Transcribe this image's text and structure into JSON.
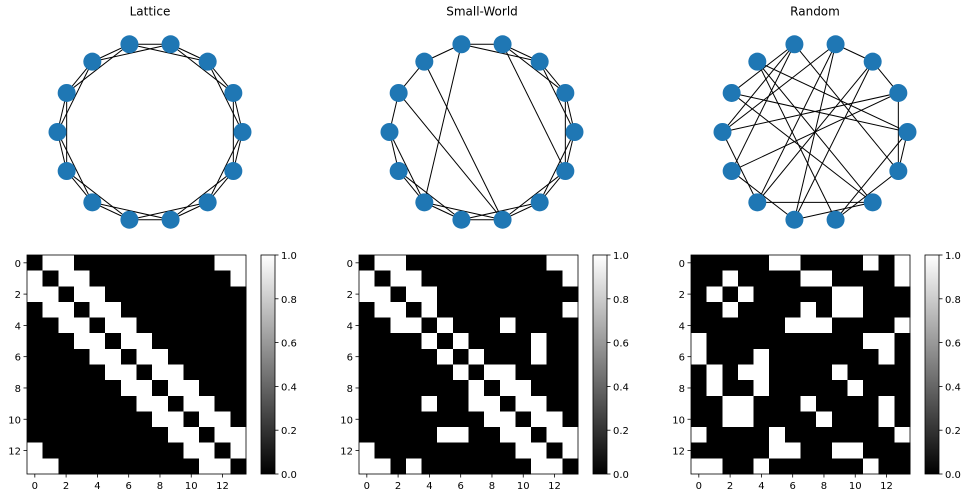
{
  "figure": {
    "background": "#ffffff"
  },
  "chart_data": [
    {
      "type": "heatmap",
      "title": "Lattice",
      "vmin": 0.0,
      "vmax": 1.0,
      "colormap": "gray",
      "node_color": "#1f77b4",
      "edge_color": "#000000",
      "x_ticks": [
        "0",
        "2",
        "4",
        "6",
        "8",
        "10",
        "12"
      ],
      "y_ticks": [
        "0",
        "2",
        "4",
        "6",
        "8",
        "10",
        "12"
      ],
      "colorbar_ticks": [
        "0.0",
        "0.2",
        "0.4",
        "0.6",
        "0.8",
        "1.0"
      ],
      "matrix": [
        [
          0,
          1,
          1,
          0,
          0,
          0,
          0,
          0,
          0,
          0,
          0,
          0,
          1,
          1
        ],
        [
          1,
          0,
          1,
          1,
          0,
          0,
          0,
          0,
          0,
          0,
          0,
          0,
          0,
          1
        ],
        [
          1,
          1,
          0,
          1,
          1,
          0,
          0,
          0,
          0,
          0,
          0,
          0,
          0,
          0
        ],
        [
          0,
          1,
          1,
          0,
          1,
          1,
          0,
          0,
          0,
          0,
          0,
          0,
          0,
          0
        ],
        [
          0,
          0,
          1,
          1,
          0,
          1,
          1,
          0,
          0,
          0,
          0,
          0,
          0,
          0
        ],
        [
          0,
          0,
          0,
          1,
          1,
          0,
          1,
          1,
          0,
          0,
          0,
          0,
          0,
          0
        ],
        [
          0,
          0,
          0,
          0,
          1,
          1,
          0,
          1,
          1,
          0,
          0,
          0,
          0,
          0
        ],
        [
          0,
          0,
          0,
          0,
          0,
          1,
          1,
          0,
          1,
          1,
          0,
          0,
          0,
          0
        ],
        [
          0,
          0,
          0,
          0,
          0,
          0,
          1,
          1,
          0,
          1,
          1,
          0,
          0,
          0
        ],
        [
          0,
          0,
          0,
          0,
          0,
          0,
          0,
          1,
          1,
          0,
          1,
          1,
          0,
          0
        ],
        [
          0,
          0,
          0,
          0,
          0,
          0,
          0,
          0,
          1,
          1,
          0,
          1,
          1,
          0
        ],
        [
          0,
          0,
          0,
          0,
          0,
          0,
          0,
          0,
          0,
          1,
          1,
          0,
          1,
          1
        ],
        [
          1,
          0,
          0,
          0,
          0,
          0,
          0,
          0,
          0,
          0,
          1,
          1,
          0,
          1
        ],
        [
          1,
          1,
          0,
          0,
          0,
          0,
          0,
          0,
          0,
          0,
          0,
          1,
          1,
          0
        ]
      ]
    },
    {
      "type": "heatmap",
      "title": "Small-World",
      "vmin": 0.0,
      "vmax": 1.0,
      "colormap": "gray",
      "node_color": "#1f77b4",
      "edge_color": "#000000",
      "x_ticks": [
        "0",
        "2",
        "4",
        "6",
        "8",
        "10",
        "12"
      ],
      "y_ticks": [
        "0",
        "2",
        "4",
        "6",
        "8",
        "10",
        "12"
      ],
      "colorbar_ticks": [
        "0.0",
        "0.2",
        "0.4",
        "0.6",
        "0.8",
        "1.0"
      ],
      "matrix": [
        [
          0,
          1,
          1,
          0,
          0,
          0,
          0,
          0,
          0,
          0,
          0,
          0,
          1,
          1
        ],
        [
          1,
          0,
          1,
          1,
          0,
          0,
          0,
          0,
          0,
          0,
          0,
          0,
          0,
          1
        ],
        [
          1,
          1,
          0,
          1,
          1,
          0,
          0,
          0,
          0,
          0,
          0,
          0,
          0,
          0
        ],
        [
          0,
          1,
          1,
          0,
          1,
          0,
          0,
          0,
          0,
          0,
          0,
          0,
          0,
          1
        ],
        [
          0,
          0,
          1,
          1,
          0,
          1,
          0,
          0,
          0,
          1,
          0,
          0,
          0,
          0
        ],
        [
          0,
          0,
          0,
          0,
          1,
          0,
          1,
          0,
          0,
          0,
          0,
          1,
          0,
          0
        ],
        [
          0,
          0,
          0,
          0,
          0,
          1,
          0,
          1,
          0,
          0,
          0,
          1,
          0,
          0
        ],
        [
          0,
          0,
          0,
          0,
          0,
          0,
          1,
          0,
          1,
          1,
          0,
          0,
          0,
          0
        ],
        [
          0,
          0,
          0,
          0,
          0,
          0,
          0,
          1,
          0,
          1,
          1,
          0,
          0,
          0
        ],
        [
          0,
          0,
          0,
          0,
          1,
          0,
          0,
          1,
          1,
          0,
          1,
          1,
          0,
          0
        ],
        [
          0,
          0,
          0,
          0,
          0,
          0,
          0,
          0,
          1,
          1,
          0,
          1,
          1,
          0
        ],
        [
          0,
          0,
          0,
          0,
          0,
          1,
          1,
          0,
          0,
          1,
          1,
          0,
          1,
          1
        ],
        [
          1,
          0,
          0,
          0,
          0,
          0,
          0,
          0,
          0,
          0,
          1,
          1,
          0,
          1
        ],
        [
          1,
          1,
          0,
          1,
          0,
          0,
          0,
          0,
          0,
          0,
          0,
          1,
          1,
          0
        ]
      ]
    },
    {
      "type": "heatmap",
      "title": "Random",
      "vmin": 0.0,
      "vmax": 1.0,
      "colormap": "gray",
      "node_color": "#1f77b4",
      "edge_color": "#000000",
      "x_ticks": [
        "0",
        "2",
        "4",
        "6",
        "8",
        "10",
        "12"
      ],
      "y_ticks": [
        "0",
        "2",
        "4",
        "6",
        "8",
        "10",
        "12"
      ],
      "colorbar_ticks": [
        "0.0",
        "0.2",
        "0.4",
        "0.6",
        "0.8",
        "1.0"
      ],
      "matrix": [
        [
          0,
          0,
          0,
          0,
          0,
          1,
          1,
          0,
          0,
          0,
          0,
          1,
          0,
          1
        ],
        [
          0,
          0,
          1,
          0,
          0,
          0,
          0,
          1,
          1,
          0,
          0,
          0,
          0,
          1
        ],
        [
          0,
          1,
          0,
          1,
          0,
          0,
          0,
          0,
          0,
          1,
          1,
          0,
          0,
          0
        ],
        [
          0,
          0,
          1,
          0,
          0,
          0,
          0,
          1,
          0,
          1,
          1,
          0,
          0,
          0
        ],
        [
          0,
          0,
          0,
          0,
          0,
          0,
          1,
          1,
          1,
          0,
          0,
          0,
          0,
          1
        ],
        [
          1,
          0,
          0,
          0,
          0,
          0,
          0,
          0,
          0,
          0,
          0,
          1,
          1,
          0
        ],
        [
          1,
          0,
          0,
          0,
          1,
          0,
          0,
          0,
          0,
          0,
          0,
          0,
          1,
          0
        ],
        [
          0,
          1,
          0,
          1,
          1,
          0,
          0,
          0,
          0,
          1,
          0,
          0,
          0,
          0
        ],
        [
          0,
          1,
          0,
          0,
          1,
          0,
          0,
          0,
          0,
          0,
          1,
          0,
          0,
          0
        ],
        [
          0,
          0,
          1,
          1,
          0,
          0,
          0,
          1,
          0,
          0,
          0,
          0,
          1,
          0
        ],
        [
          0,
          0,
          1,
          1,
          0,
          0,
          0,
          0,
          1,
          0,
          0,
          0,
          1,
          0
        ],
        [
          1,
          0,
          0,
          0,
          0,
          1,
          0,
          0,
          0,
          0,
          0,
          0,
          0,
          1
        ],
        [
          0,
          0,
          0,
          0,
          0,
          1,
          1,
          0,
          0,
          1,
          1,
          0,
          0,
          0
        ],
        [
          1,
          1,
          0,
          0,
          1,
          0,
          0,
          0,
          0,
          0,
          0,
          1,
          0,
          0
        ]
      ]
    }
  ]
}
